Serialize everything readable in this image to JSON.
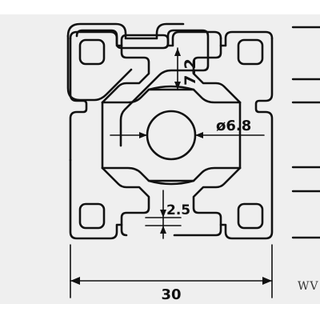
{
  "drawing": {
    "dimensions": {
      "slot_depth": "7.2",
      "bore_diameter": "ø6.8",
      "wall_thickness": "2.5",
      "profile_width": "30"
    },
    "watermark_text": "WV",
    "line_color": "#111111",
    "background_color": "#efefef"
  }
}
